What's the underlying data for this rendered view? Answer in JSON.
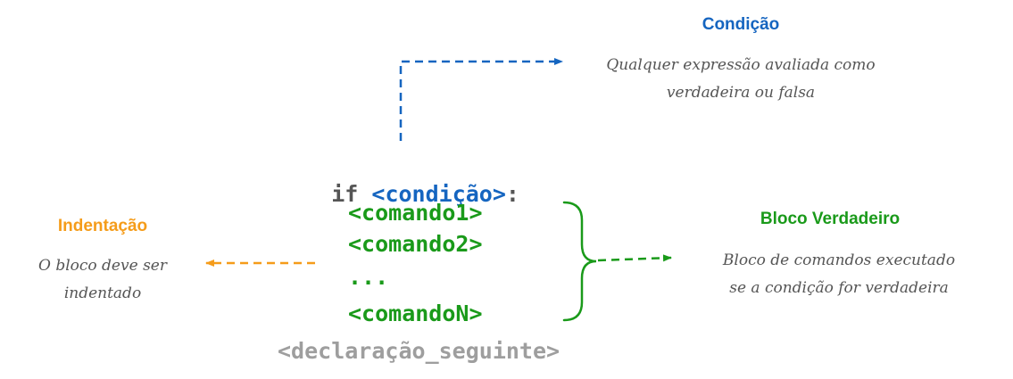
{
  "code": {
    "keyword": "if",
    "condition": "<condição>",
    "colon": ":",
    "commands": [
      "<comando1>",
      "<comando2>",
      "...",
      "<comandoN>"
    ],
    "next_statement": "<declaração_seguinte>"
  },
  "annotations": {
    "condition": {
      "title": "Condição",
      "lines": [
        "Qualquer expressão avaliada como",
        "verdadeira ou falsa"
      ]
    },
    "indentation": {
      "title": "Indentação",
      "lines": [
        "O bloco deve ser",
        "indentado"
      ]
    },
    "true_block": {
      "title": "Bloco Verdadeiro",
      "lines": [
        "Bloco de comandos executado",
        "se a condição for verdadeira"
      ]
    }
  },
  "colors": {
    "keyword": "#555555",
    "condition": "#1565c0",
    "commands": "#1a9a1a",
    "next_statement": "#9e9e9e",
    "indentation": "#f59c1a",
    "note_text": "#555555"
  }
}
